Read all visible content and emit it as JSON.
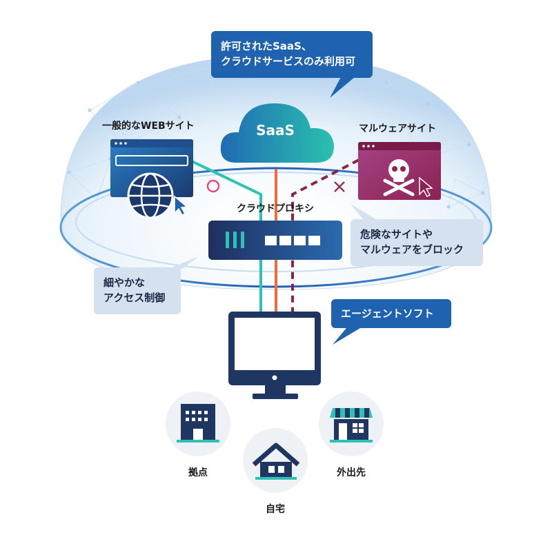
{
  "bubbles": {
    "saas_allowed": [
      "許可されたSaaS、",
      "クラウドサービスのみ利用可"
    ],
    "block_malware": [
      "危険なサイトや",
      "マルウェアをブロック"
    ],
    "fine_control": [
      "細やかな",
      "アクセス制御"
    ],
    "agent_soft": "エージェントソフト"
  },
  "nodes": {
    "saas": "SaaS",
    "web_site": "一般的なWEBサイト",
    "malware_site": "マルウェアサイト",
    "proxy": "クラウドプロキシ",
    "allowed_mark": "○",
    "blocked_mark": "×"
  },
  "locations": {
    "office": "拠点",
    "home": "自宅",
    "outside": "外出先"
  },
  "colors": {
    "bubble_dark": "#1f63b0",
    "bubble_light": "#d6e1f0",
    "allowed_line": "#2ec1b4",
    "saas_line": "#f06b3a",
    "blocked_line": "#8b2252",
    "allowed_mark": "#e8457a",
    "blocked_mark": "#9b2a55",
    "device_navy": "#1f3663"
  },
  "icons": [
    "globe-icon",
    "cursor-icon",
    "skull-icon",
    "building-icon",
    "house-icon",
    "store-icon",
    "monitor-icon",
    "cloud-icon",
    "proxy-server-icon"
  ]
}
